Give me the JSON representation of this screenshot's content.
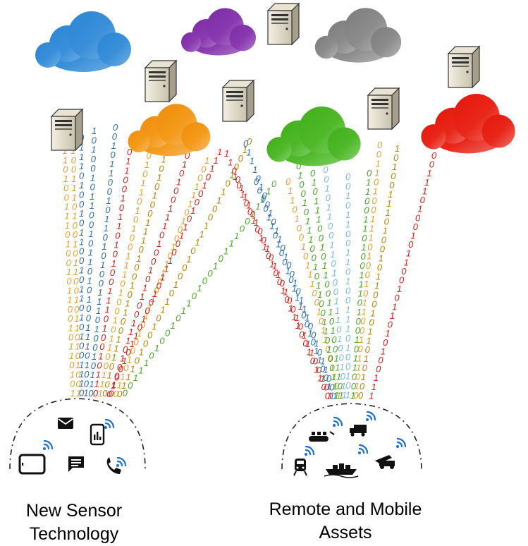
{
  "captions": {
    "left": [
      "New Sensor",
      "Technology"
    ],
    "right": [
      "Remote and Mobile",
      "Assets"
    ]
  },
  "clouds": [
    {
      "name": "blue-cloud",
      "color": "#3a8fd9"
    },
    {
      "name": "purple-cloud",
      "color": "#8a3aaf"
    },
    {
      "name": "gray-cloud",
      "color": "#8c8c8c"
    },
    {
      "name": "orange-cloud",
      "color": "#f39a1a"
    },
    {
      "name": "green-cloud",
      "color": "#4fb82a"
    },
    {
      "name": "red-cloud",
      "color": "#e8271a"
    }
  ],
  "servers": [
    "server-1",
    "server-2",
    "server-3",
    "server-4",
    "server-5",
    "server-6"
  ],
  "stream_colors": [
    "#e6a12a",
    "#2f6fb5",
    "#d8231a",
    "#4aa82a",
    "#7ab8e6",
    "#b8860b"
  ],
  "bits": "0110100111010010110010110101001110100101100111010010110100101110010110",
  "left_icons": [
    "email-icon",
    "smartphone-icon",
    "tablet-icon",
    "chat-icon",
    "phone-icon"
  ],
  "right_icons": [
    "conveyor-icon",
    "truck-icon",
    "train-icon",
    "ship-icon",
    "crane-truck-icon"
  ]
}
